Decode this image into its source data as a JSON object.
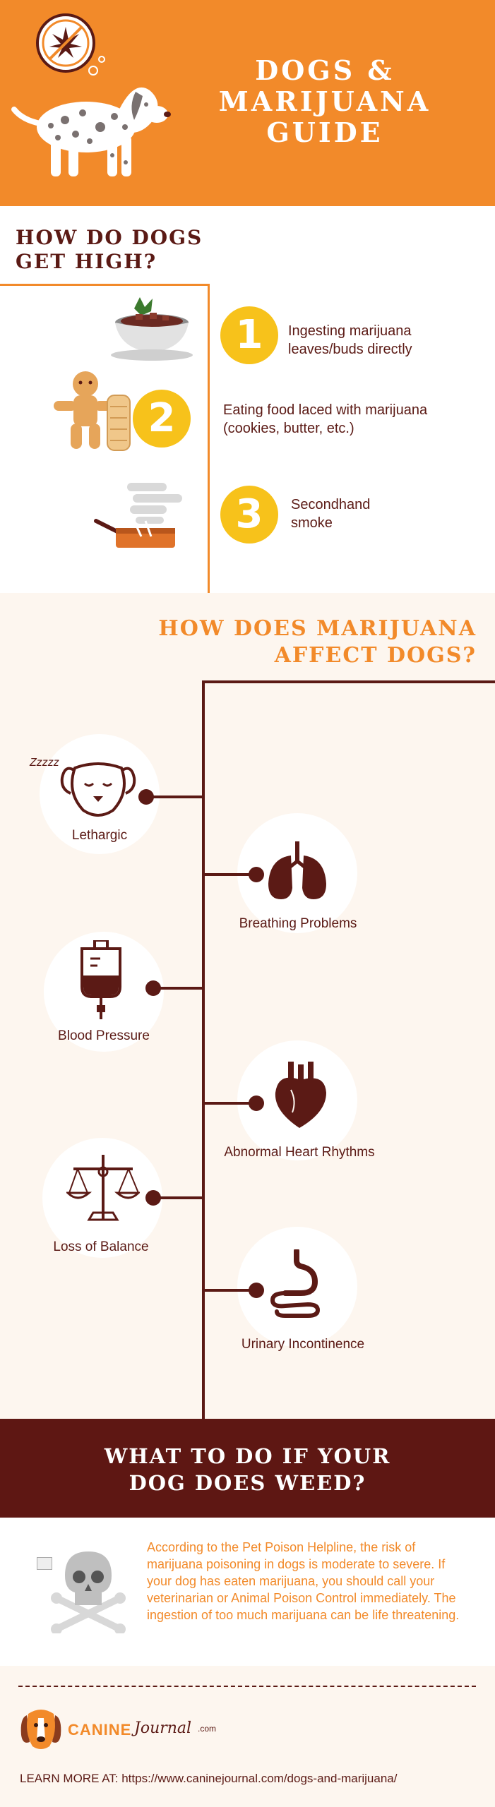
{
  "header": {
    "title_lines": [
      "DOGS &",
      "MARIJUANA",
      "GUIDE"
    ],
    "icon": "no-marijuana-icon",
    "colors": {
      "background": "#f28a2a",
      "text": "#ffffff"
    }
  },
  "section_high": {
    "heading_lines": [
      "HOW DO DOGS",
      "GET HIGH?"
    ],
    "steps": [
      {
        "number": "1",
        "text_lines": [
          "Ingesting marijuana",
          "leaves/buds directly"
        ],
        "icon": "bowl-icon"
      },
      {
        "number": "2",
        "text_lines": [
          "Eating food laced with marijuana",
          "(cookies, butter, etc.)"
        ],
        "icon": "gingerbread-icon"
      },
      {
        "number": "3",
        "text_lines": [
          "Secondhand",
          "smoke"
        ],
        "icon": "smoking-pan-icon"
      }
    ]
  },
  "section_effects": {
    "heading_lines": [
      "HOW DOES MARIJUANA",
      "AFFECT DOGS?"
    ],
    "zzz": "Zzzzz",
    "symptoms": [
      {
        "label": "Lethargic",
        "icon": "sleepy-dog-icon"
      },
      {
        "label": "Breathing Problems",
        "icon": "lungs-icon"
      },
      {
        "label": "Blood Pressure",
        "icon": "iv-bag-icon"
      },
      {
        "label": "Abnormal Heart Rhythms",
        "icon": "heart-icon"
      },
      {
        "label": "Loss of Balance",
        "icon": "scales-icon"
      },
      {
        "label": "Urinary Incontinence",
        "icon": "stomach-icon"
      }
    ]
  },
  "section_action": {
    "heading_lines": [
      "WHAT TO DO IF YOUR",
      "DOG DOES WEED?"
    ],
    "paragraph": "According to the Pet Poison Helpline, the risk of marijuana poisoning in dogs is moderate to severe. If your dog has eaten marijuana, you should call your veterinarian or Animal Poison Control immediately. The ingestion of too much marijuana can be life threatening.",
    "icon": "skull-crossbones-icon"
  },
  "footer": {
    "brand_primary": "CANINE",
    "brand_secondary": "Journal",
    "brand_suffix": ".com",
    "learn_more": "LEARN MORE AT: https://www.caninejournal.com/dogs-and-marijuana/"
  }
}
